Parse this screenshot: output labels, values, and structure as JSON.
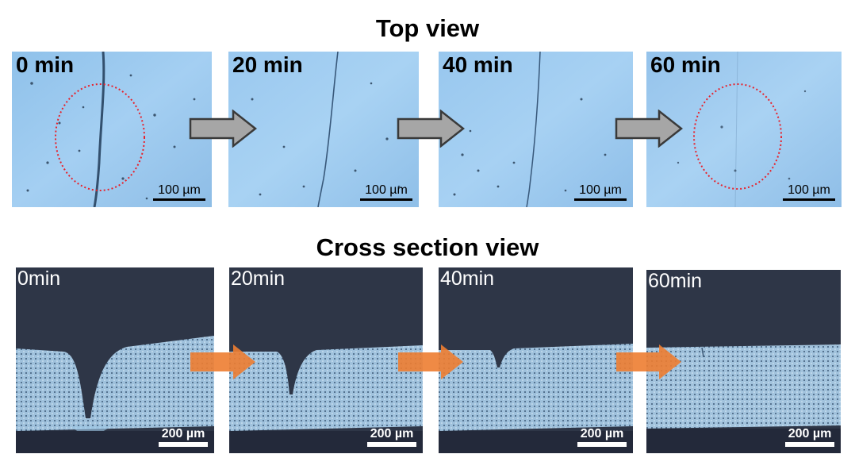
{
  "top_view": {
    "title": "Top view",
    "panels": [
      {
        "label": "0 min",
        "scale": "100 µm"
      },
      {
        "label": "20 min",
        "scale": "100 µm"
      },
      {
        "label": "40 min",
        "scale": "100 µm"
      },
      {
        "label": "60 min",
        "scale": "100 µm"
      }
    ],
    "arrow_color": "#a6a6a6"
  },
  "cross_section_view": {
    "title": "Cross section view",
    "panels": [
      {
        "label": "0min",
        "scale": "200 µm"
      },
      {
        "label": "20min",
        "scale": "200 µm"
      },
      {
        "label": "40min",
        "scale": "200 µm"
      },
      {
        "label": "60min",
        "scale": "200 µm"
      }
    ],
    "arrow_color": "#ed7d31"
  },
  "highlight_color": "#e8202a"
}
